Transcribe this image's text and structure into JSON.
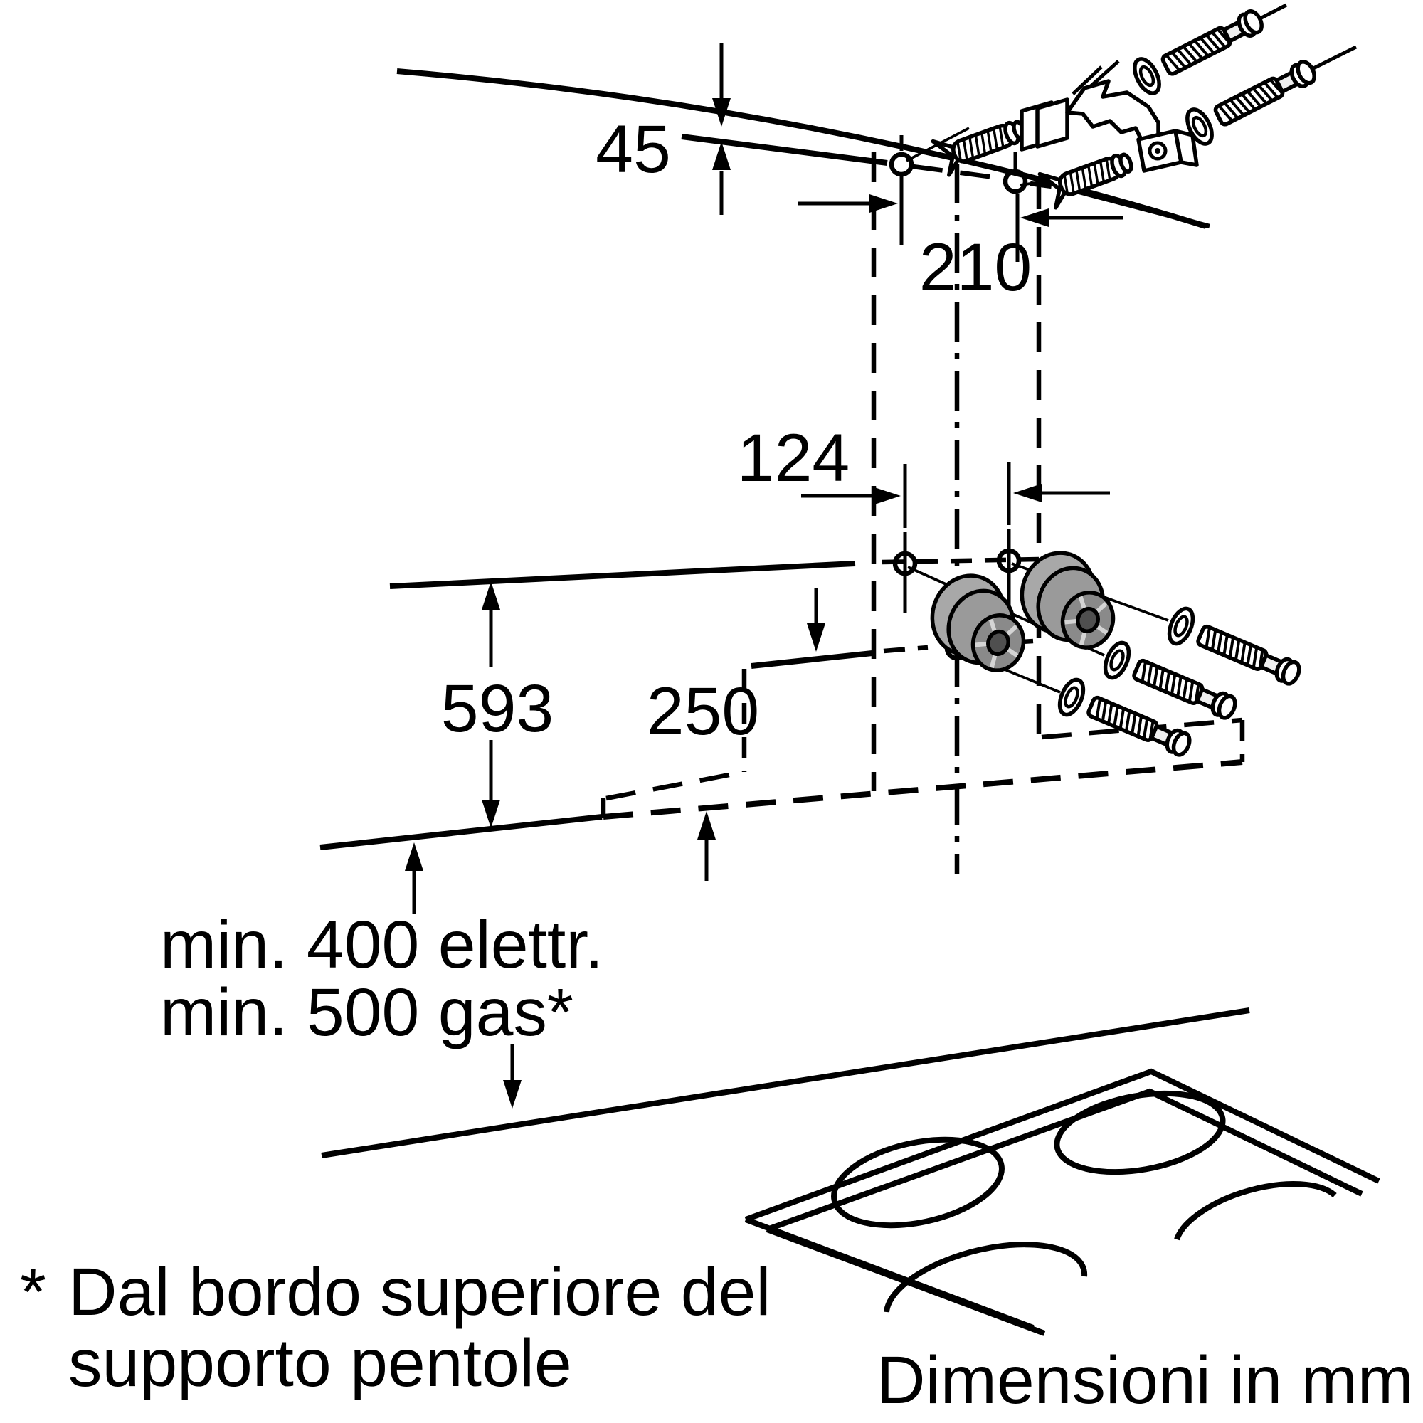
{
  "diagram": {
    "kind": "appliance-installation-drawing",
    "units_note": "Dimensioni in mm",
    "dimensions_mm": {
      "ceiling_offset": "45",
      "upper_bracket_hole_spacing": "210",
      "hood_hole_spacing": "124",
      "hood_body_height": "593",
      "hole_to_hood_bottom": "250",
      "min_clearance_electric": "min. 400 elettr.",
      "min_clearance_gas": "min. 500 gas*"
    },
    "footnote": {
      "marker": "*",
      "line1": "Dal bordo superiore del",
      "line2": "supporto pentole"
    },
    "colors": {
      "line": "#000000",
      "background": "#ffffff",
      "spacer_rim": "#a8a8a8",
      "spacer_body": "#9a9a9a",
      "spacer_hub": "#8a8a8a",
      "spacer_center": "#4f4f4f",
      "metal": "#efefef"
    }
  }
}
